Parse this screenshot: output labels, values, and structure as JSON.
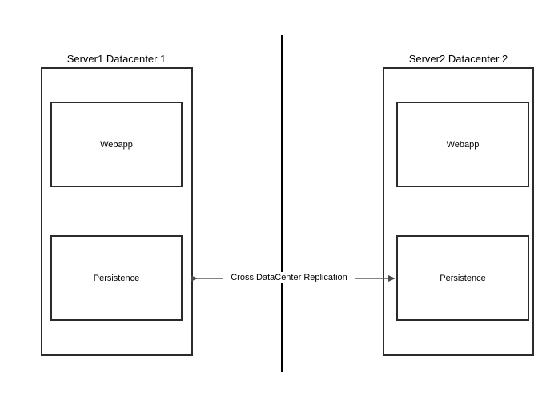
{
  "diagram": {
    "background_color": "#ffffff",
    "stroke_color": "#2b2b2b",
    "divider_color": "#000000",
    "datacenters": [
      {
        "id": "left",
        "title": "Server1 Datacenter 1",
        "components": [
          {
            "id": "webapp-left",
            "label": "Webapp"
          },
          {
            "id": "persistence-left",
            "label": "Persistence"
          }
        ]
      },
      {
        "id": "right",
        "title": "Server2 Datacenter 2",
        "components": [
          {
            "id": "webapp-right",
            "label": "Webapp"
          },
          {
            "id": "persistence-right",
            "label": "Persistence"
          }
        ]
      }
    ],
    "connector": {
      "label": "Cross DataCenter Replication",
      "from": "persistence-left",
      "to": "persistence-right",
      "arrow_style": "double-headed",
      "line_color": "#5a5a5a"
    },
    "divider": {
      "name": "datacenter-boundary",
      "orientation": "vertical"
    }
  }
}
